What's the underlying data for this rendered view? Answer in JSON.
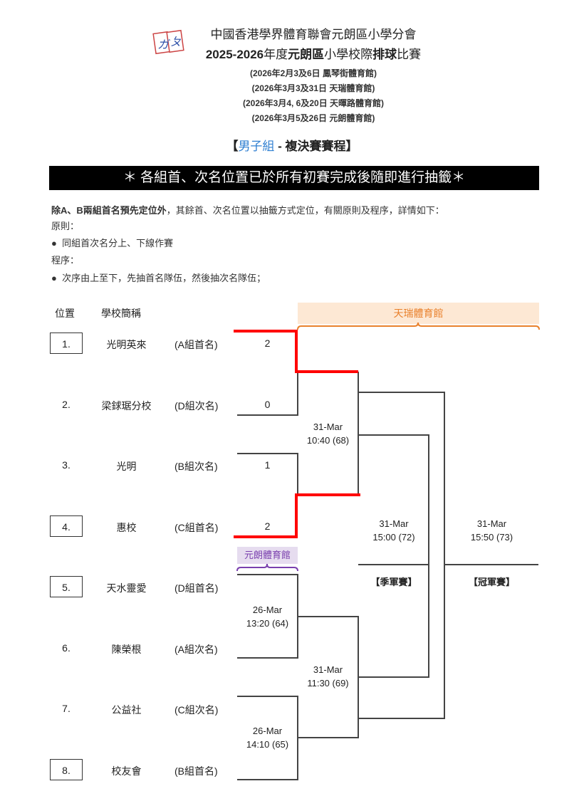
{
  "header": {
    "org": "中國香港學界體育聯會元朗區小學分會",
    "title_prefix": "2025-2026",
    "title_p1": "年度",
    "title_bold1": "元朗區",
    "title_p2": "小學校際",
    "title_bold2": "排球",
    "title_p3": "比賽",
    "venues_dates": [
      "(2026年2月3及6日  鳳琴街體育館)",
      "(2026年3月3及31日  天瑞體育館)",
      "(2026年3月4, 6及20日  天暉路體育館)",
      "(2026年3月5及26日  元朗體育館)"
    ],
    "section_open": "【",
    "section_group": "男子組",
    "section_rest": " - 複決賽賽程",
    "section_close": "】"
  },
  "banner": "＊ 各組首、次名位置已於所有初賽完成後隨即進行抽籤＊",
  "notes": {
    "intro_bold": "除A、B兩組首名預先定位外",
    "intro_rest": "，其餘首、次名位置以抽籤方式定位，有關原則及程序，詳情如下：",
    "principle_label": "原則：",
    "principle_item": "同組首次名分上、下線作賽",
    "procedure_label": "程序：",
    "procedure_item": "次序由上至下，先抽首名隊伍，然後抽次名隊伍；"
  },
  "columns": {
    "position": "位置",
    "school": "學校簡稱"
  },
  "teams": [
    {
      "pos": "1.",
      "school": "光明英來",
      "group": "(A組首名)",
      "score": "2"
    },
    {
      "pos": "2.",
      "school": "梁銶琚分校",
      "group": "(D組次名)",
      "score": "0"
    },
    {
      "pos": "3.",
      "school": "光明",
      "group": "(B組次名)",
      "score": "1"
    },
    {
      "pos": "4.",
      "school": "惠校",
      "group": "(C組首名)",
      "score": "2"
    },
    {
      "pos": "5.",
      "school": "天水靈愛",
      "group": "(D組首名)",
      "score": ""
    },
    {
      "pos": "6.",
      "school": "陳榮根",
      "group": "(A組次名)",
      "score": ""
    },
    {
      "pos": "7.",
      "school": "公益社",
      "group": "(C組次名)",
      "score": ""
    },
    {
      "pos": "8.",
      "school": "校友會",
      "group": "(B組首名)",
      "score": ""
    }
  ],
  "venues": {
    "tin_shui": "天瑞體育館",
    "yuen_long": "元朗體育館"
  },
  "matches": {
    "m64": {
      "date": "26-Mar",
      "time": "13:20 (64)"
    },
    "m65": {
      "date": "26-Mar",
      "time": "14:10 (65)"
    },
    "m68": {
      "date": "31-Mar",
      "time": "10:40 (68)"
    },
    "m69": {
      "date": "31-Mar",
      "time": "11:30 (69)"
    },
    "m72": {
      "date": "31-Mar",
      "time": "15:00 (72)",
      "tag": "【季軍賽】"
    },
    "m73": {
      "date": "31-Mar",
      "time": "15:50 (73)",
      "tag": "【冠軍賽】"
    }
  },
  "colors": {
    "winner_path": "#ff0000",
    "lines": "#444444",
    "accent_blue": "#2f7fd1"
  }
}
